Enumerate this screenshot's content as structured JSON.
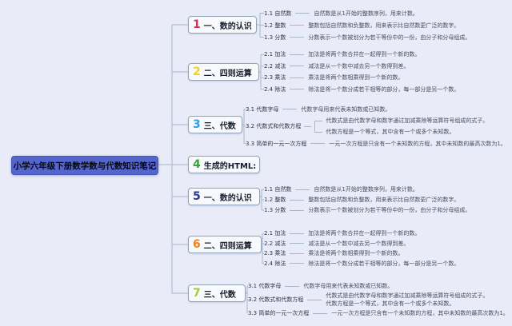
{
  "palette": {
    "background": "#e9ecf8",
    "line": "#a8b6c9",
    "node_border": "#93a3ba",
    "node_bg": "#f7f9fd",
    "root_bg": "#5565ce"
  },
  "root": {
    "label": "小学六年级下册数学数与代数知识笔记",
    "bg": "#5565ce"
  },
  "branches": [
    {
      "num": "1",
      "num_color": "#d4324e",
      "label": "一、数的认识",
      "children": [
        {
          "label": "1.1 自然数",
          "desc": "自然数是从1开始的整数序列，用来计数。"
        },
        {
          "label": "1.2 整数",
          "desc": "整数包括自然数和负整数，用来表示比自然数更广泛的数字。"
        },
        {
          "label": "1.3 分数",
          "desc": "分数表示一个数被划分为若干等份中的一份，由分子和分母组成。"
        }
      ]
    },
    {
      "num": "2",
      "num_color": "#f2cf28",
      "label": "二、四则运算",
      "children": [
        {
          "label": "2.1 加法",
          "desc": "加法是将两个数合并在一起得到一个新的数。"
        },
        {
          "label": "2.2 减法",
          "desc": "减法是从一个数中减去另一个数得到差。"
        },
        {
          "label": "2.3 乘法",
          "desc": "乘法是将两个数相乘得到一个新的数。"
        },
        {
          "label": "2.4 除法",
          "desc": "除法是将一个数分成若干相等的部分，每一部分是另一个数。"
        }
      ]
    },
    {
      "num": "3",
      "num_color": "#2f9fe5",
      "label": "三、代数",
      "children": [
        {
          "label": "3.1 代数字母",
          "desc": "代数字母用来代表未知数或已知数。"
        },
        {
          "label": "3.2 代数式和代数方程",
          "descs": [
            "代数式是由代数字母和数字通过加减乘除等运算符号组成的式子。",
            "代数方程是一个等式，其中含有一个或多个未知数。"
          ]
        },
        {
          "label": "3.3 简单的一元一次方程",
          "desc": "一元一次方程是只含有一个未知数的方程，其中未知数的最高次数为1。"
        }
      ]
    },
    {
      "num": "4",
      "num_color": "#39a23d",
      "label": "生成的HTML:",
      "children": []
    },
    {
      "num": "5",
      "num_color": "#2c3c8c",
      "label": "一、数的认识",
      "children": [
        {
          "label": "1.1 自然数",
          "desc": "自然数是从1开始的整数序列，用来计数。"
        },
        {
          "label": "1.2 整数",
          "desc": "整数包括自然数和负整数，用来表示比自然数更广泛的数字。"
        },
        {
          "label": "1.3 分数",
          "desc": "分数表示一个数被划分为若干等份中的一份，由分子和分母组成。"
        }
      ]
    },
    {
      "num": "6",
      "num_color": "#f08122",
      "label": "二、四则运算",
      "children": [
        {
          "label": "2.1 加法",
          "desc": "加法是将两个数合并在一起得到一个新的数。"
        },
        {
          "label": "2.2 减法",
          "desc": "减法是从一个数中减去另一个数得到差。"
        },
        {
          "label": "2.3 乘法",
          "desc": "乘法是将两个数相乘得到一个新的数。"
        },
        {
          "label": "2.4 除法",
          "desc": "除法是将一个数分成若干相等的部分，每一部分是另一个数。"
        }
      ]
    },
    {
      "num": "7",
      "num_color": "#a5c93a",
      "label": "三、代数",
      "children": [
        {
          "label": "3.1 代数字母",
          "desc": "代数字母用来代表未知数或已知数。"
        },
        {
          "label": "3.2 代数式和代数方程",
          "desc": "代数式是由代数字母和数字通过加减乘除等运算符号组成的式子。 代数方程是一个等式，其中含有一个或多个未知数。"
        },
        {
          "label": "3.3 简单的一元一次方程",
          "desc": "一元一次方程是只含有一个未知数的方程，其中未知数的最高次数为1。"
        }
      ]
    }
  ]
}
